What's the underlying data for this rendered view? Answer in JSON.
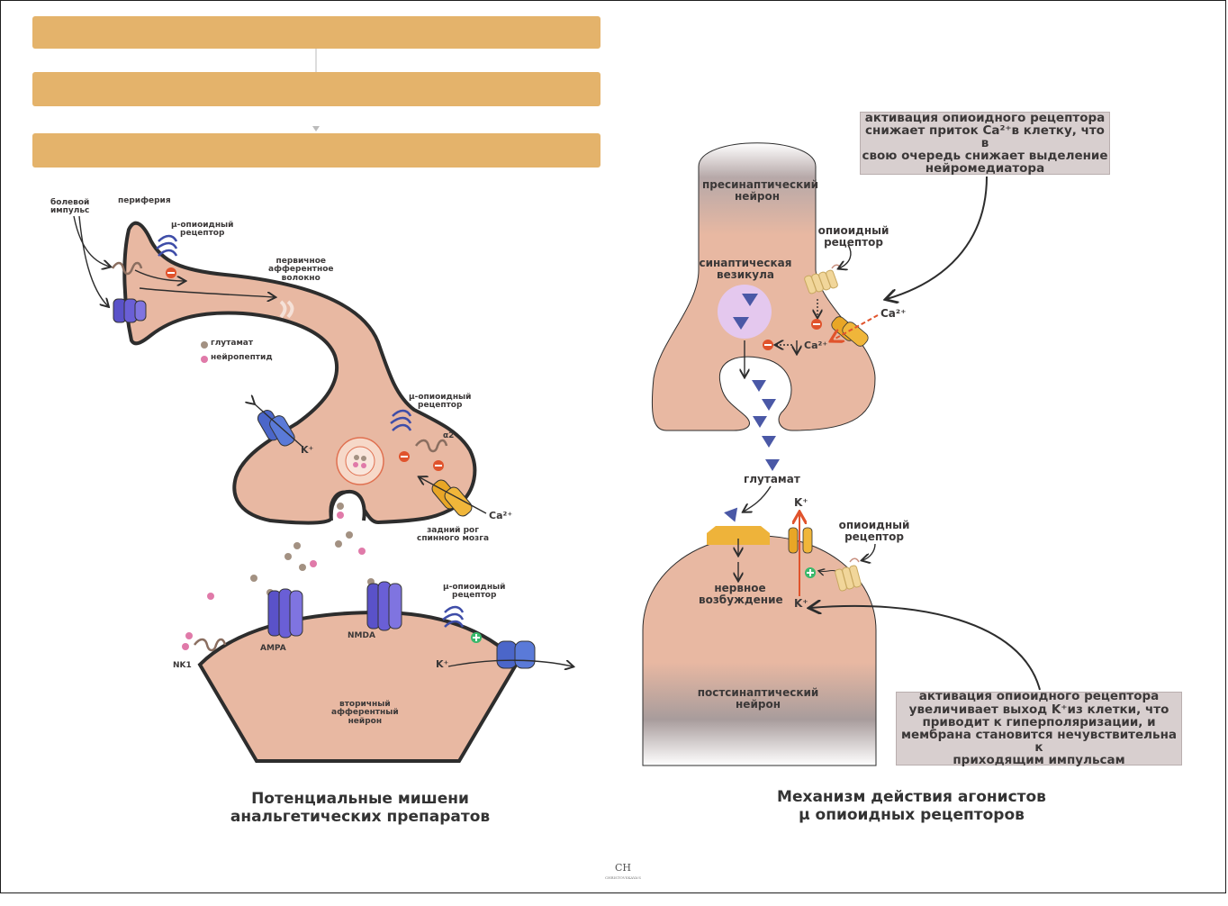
{
  "left": {
    "labels": {
      "pain_impulse": "болевой\nимпульс",
      "periphery": "периферия",
      "mu_receptor_top": "μ-опиоидный\nрецептор",
      "primary_fiber": "первичное\nафферентное\nволокно",
      "glutamate": "глутамат",
      "neuropeptide": "нейропептид",
      "k_plus_1": "K⁺",
      "mu_receptor_mid": "μ-опиоидный\nрецептор",
      "alpha2": "α2",
      "ca2_plus": "Ca²⁺",
      "dorsal_horn": "задний рог\nспинного мозга",
      "mu_receptor_bottom": "μ-опиоидный\nрецептор",
      "nk1": "NK1",
      "ampa": "AMPA",
      "nmda": "NMDA",
      "k_plus_2": "K⁺",
      "secondary_neuron": "вторичный\nафферентный\nнейрон"
    },
    "caption": "Потенциальные мишени\nанальгетических препаратов"
  },
  "right": {
    "labels": {
      "presynaptic": "пресинаптический\nнейрон",
      "vesicle": "синаптическая\nвезикула",
      "opioid_receptor_top": "опиоидный\nрецептор",
      "ca2_out": "Ca²⁺",
      "ca2_in": "Ca²⁺",
      "glutamate": "глутамат",
      "k_top": "K⁺",
      "opioid_receptor_bottom": "опиоидный\nрецептор",
      "excitation": "нервное\nвозбуждение",
      "k_bottom": "K⁺",
      "postsynaptic": "постсинаптический\nнейрон"
    },
    "box_top": "активация опиоидного рецептора\nснижает приток Ca²⁺в клетку, что в\nсвою очередь снижает выделение\nнейромедиатора",
    "box_bottom": "активация опиоидного рецептора\nувеличивает выход K⁺из клетки, что\nприводит к гиперполяризации, и\nмембрана становится нечувствительна к\nприходящим импульсам",
    "caption": "Механизм действия агонистов\nμ опиоидных рецепторов"
  },
  "colors": {
    "cell": "#e8b8a2",
    "outline": "#2d2d2d",
    "bar": "#e4b36b",
    "receptor_blue": "#5566c6",
    "channel_yellow": "#e8a626",
    "inhibit_red": "#e0532c",
    "activate_green": "#39b86b",
    "vesicle": "#e4c8ee",
    "glutamate_marker": "#4a58a6",
    "box": "#d8cfcf"
  },
  "logo": {
    "monogram": "CH",
    "text": "CHRISTOVSKAYA'S"
  }
}
